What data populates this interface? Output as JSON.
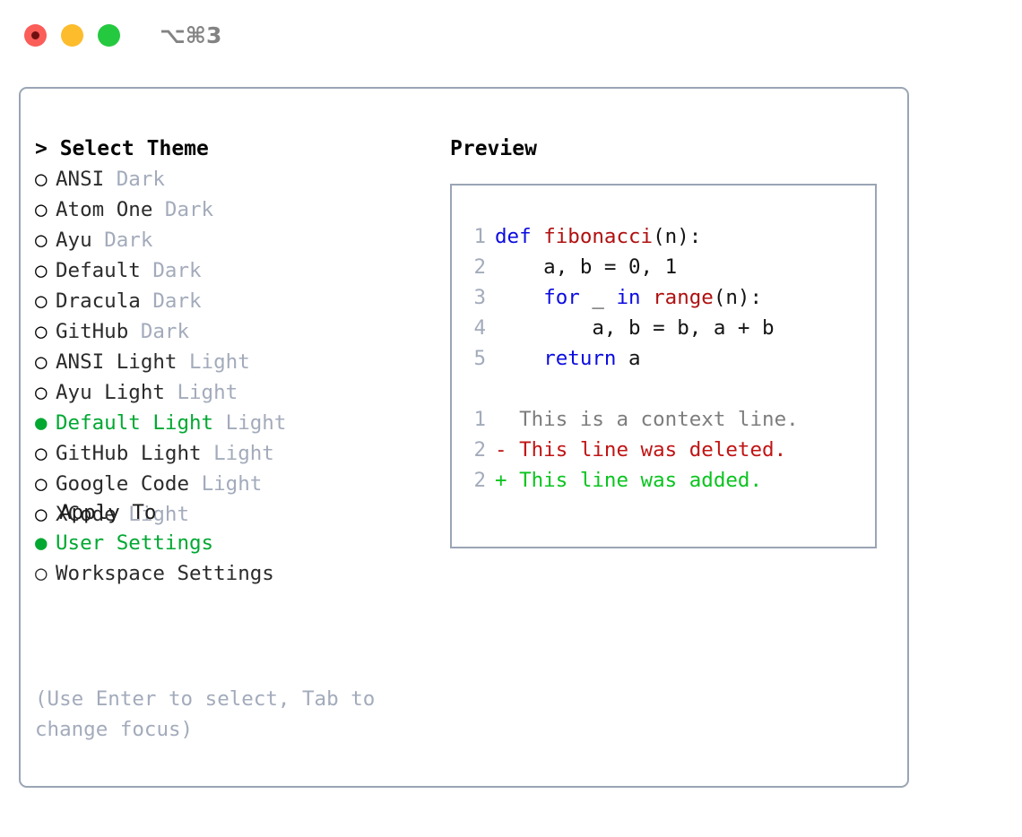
{
  "window": {
    "title": "⌥⌘3",
    "traffic_lights": [
      {
        "name": "close",
        "color": "#fb5d58"
      },
      {
        "name": "minimize",
        "color": "#fcbc2c"
      },
      {
        "name": "maximize",
        "color": "#25c93f"
      }
    ]
  },
  "theme_panel": {
    "header": "> Select Theme",
    "items": [
      {
        "bullet": "○",
        "name": "ANSI",
        "tag": "Dark",
        "selected": false
      },
      {
        "bullet": "○",
        "name": "Atom One",
        "tag": "Dark",
        "selected": false
      },
      {
        "bullet": "○",
        "name": "Ayu",
        "tag": "Dark",
        "selected": false
      },
      {
        "bullet": "○",
        "name": "Default",
        "tag": "Dark",
        "selected": false
      },
      {
        "bullet": "○",
        "name": "Dracula",
        "tag": "Dark",
        "selected": false
      },
      {
        "bullet": "○",
        "name": "GitHub",
        "tag": "Dark",
        "selected": false
      },
      {
        "bullet": "○",
        "name": "ANSI Light",
        "tag": "Light",
        "selected": false
      },
      {
        "bullet": "○",
        "name": "Ayu Light",
        "tag": "Light",
        "selected": false
      },
      {
        "bullet": "●",
        "name": "Default Light",
        "tag": "Light",
        "selected": true
      },
      {
        "bullet": "○",
        "name": "GitHub Light",
        "tag": "Light",
        "selected": false
      },
      {
        "bullet": "○",
        "name": "Google Code",
        "tag": "Light",
        "selected": false
      },
      {
        "bullet": "○",
        "name": "XCode",
        "tag": "Light",
        "selected": false
      }
    ]
  },
  "apply_to": {
    "label": "  Apply To",
    "items": [
      {
        "bullet": "●",
        "name": "User Settings",
        "selected": true
      },
      {
        "bullet": "○",
        "name": "Workspace Settings",
        "selected": false
      }
    ]
  },
  "hint": "(Use Enter to select, Tab to change focus)",
  "preview": {
    "header": "Preview",
    "code_lines": [
      {
        "lineno": "1",
        "tokens": [
          {
            "t": "def ",
            "c": "kw"
          },
          {
            "t": "fibonacci",
            "c": "fn"
          },
          {
            "t": "(n):",
            "c": "plain"
          }
        ]
      },
      {
        "lineno": "2",
        "tokens": [
          {
            "t": "    a, b = 0, 1",
            "c": "plain"
          }
        ]
      },
      {
        "lineno": "3",
        "tokens": [
          {
            "t": "    ",
            "c": "plain"
          },
          {
            "t": "for",
            "c": "kw"
          },
          {
            "t": " _ ",
            "c": "plain"
          },
          {
            "t": "in",
            "c": "kw"
          },
          {
            "t": " ",
            "c": "plain"
          },
          {
            "t": "range",
            "c": "fn"
          },
          {
            "t": "(n):",
            "c": "plain"
          }
        ]
      },
      {
        "lineno": "4",
        "tokens": [
          {
            "t": "        a, b = b, a + b",
            "c": "plain"
          }
        ]
      },
      {
        "lineno": "5",
        "tokens": [
          {
            "t": "    ",
            "c": "plain"
          },
          {
            "t": "return",
            "c": "kw"
          },
          {
            "t": " a",
            "c": "plain"
          }
        ]
      }
    ],
    "diff_lines": [
      {
        "lineno": "1",
        "marker": " ",
        "text": "This is a context line.",
        "kind": "diff-ctx"
      },
      {
        "lineno": "2",
        "marker": "-",
        "text": "This line was deleted.",
        "kind": "diff-del"
      },
      {
        "lineno": "2",
        "marker": "+",
        "text": "This line was added.",
        "kind": "diff-add"
      }
    ]
  },
  "colors": {
    "accent_green": "#00a832",
    "muted_gray": "#a3abbb",
    "border": "#9aa5b5",
    "keyword_blue": "#0b0be0",
    "function_red": "#b01010",
    "diff_delete": "#c01414",
    "diff_add": "#0ac41f"
  }
}
